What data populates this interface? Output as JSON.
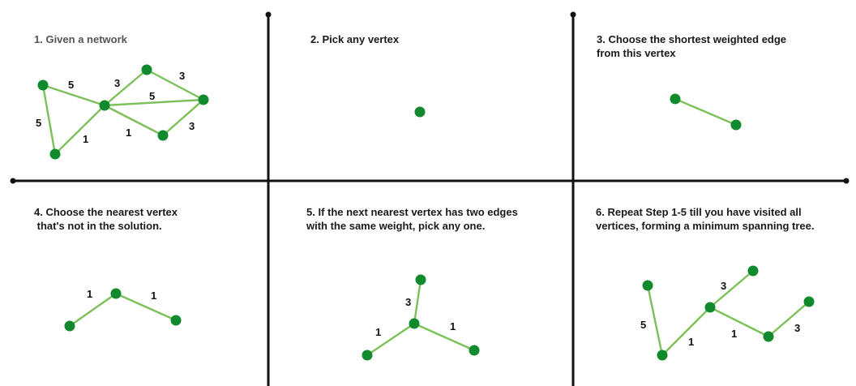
{
  "colors": {
    "edge": "#7cc05a",
    "vertex": "#118a2e",
    "grid": "#111111"
  },
  "panels": [
    {
      "caption": [
        "1. Given a network"
      ],
      "weights": [
        "5",
        "3",
        "3",
        "5",
        "5",
        "1",
        "1",
        "3"
      ]
    },
    {
      "caption": [
        "2. Pick any vertex"
      ],
      "weights": []
    },
    {
      "caption": [
        "3. Choose the shortest weighted edge",
        "from this vertex"
      ],
      "weights": []
    },
    {
      "caption": [
        "4. Choose the nearest vertex",
        " that's not in the solution."
      ],
      "weights": [
        "1",
        "1"
      ]
    },
    {
      "caption": [
        "5. If the next nearest vertex has two edges",
        "with the same weight, pick any one."
      ],
      "weights": [
        "3",
        "1",
        "1"
      ]
    },
    {
      "caption": [
        "6. Repeat Step 1-5 till you have visited all",
        "vertices, forming a minimum spanning tree."
      ],
      "weights": [
        "3",
        "5",
        "1",
        "1",
        "3"
      ]
    }
  ]
}
